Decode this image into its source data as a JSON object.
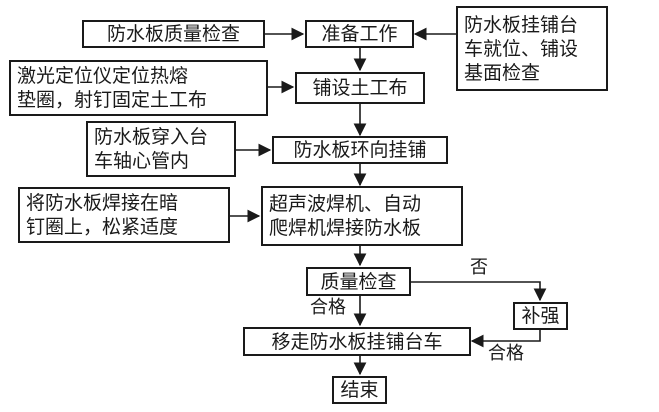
{
  "nodes": {
    "quality_check_board": "防水板质量检查",
    "prepare": "准备工作",
    "trolley_position": "防水板挂铺台\n车就位、铺设\n基面检查",
    "laser_fix": "激光定位仪定位热熔\n垫圈，射钉固定土工布",
    "lay_geotextile": "铺设土工布",
    "thread_board": "防水板穿入台\n车轴心管内",
    "hang_board": "防水板环向挂铺",
    "weld_to_washer": "将防水板焊接在暗\n钉圈上，松紧适度",
    "weld_machines": "超声波焊机、自动\n爬焊机焊接防水板",
    "quality_check": "质量检查",
    "reinforce": "补强",
    "move_trolley": "移走防水板挂铺台车",
    "end": "结束"
  },
  "edge_labels": {
    "no": "否",
    "pass_1": "合格",
    "pass_2": "合格"
  },
  "colors": {
    "line": "#1a1a1a"
  }
}
